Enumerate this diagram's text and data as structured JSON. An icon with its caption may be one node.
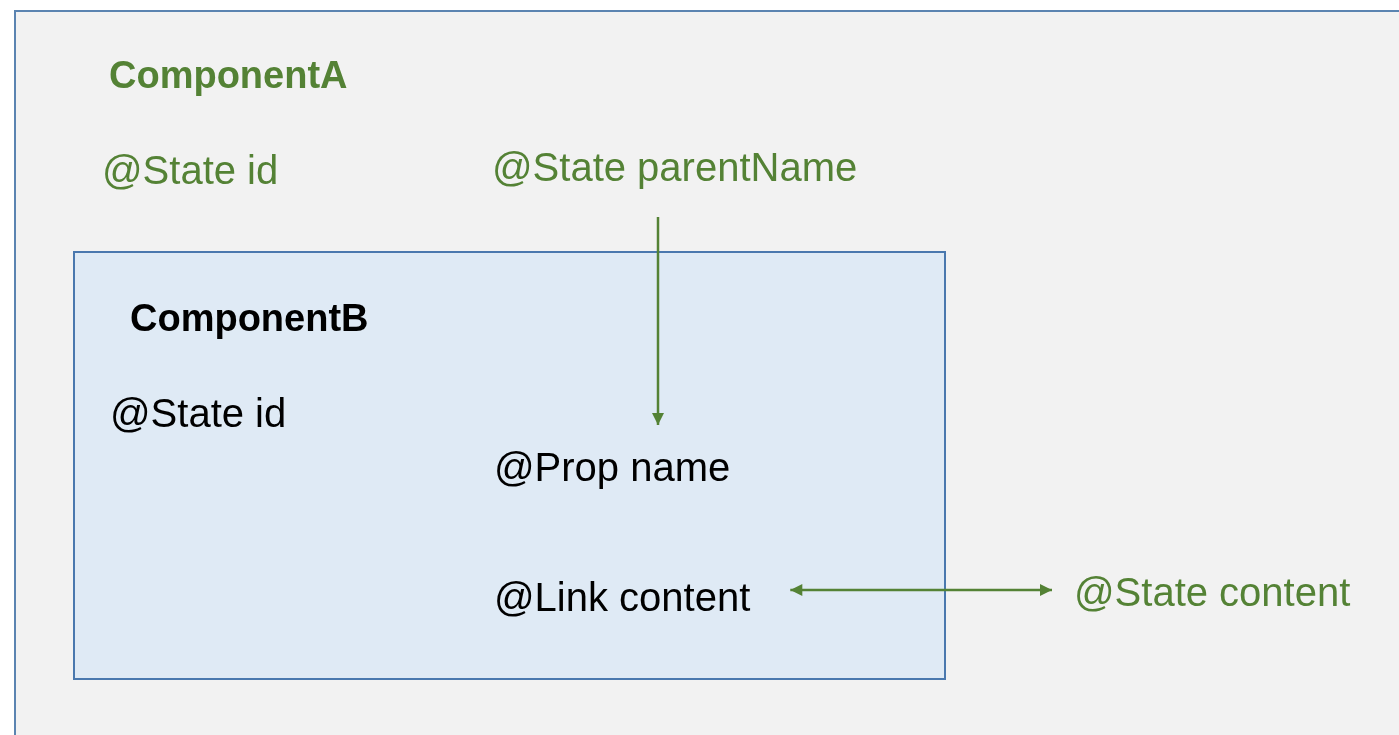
{
  "diagram": {
    "nodes": [
      {
        "text": [
          "ComponentA",
          "@State id"
        ]
      },
      {
        "text": [
          "@State parentName"
        ],
        "in": 0
      },
      {
        "text": [
          "ComponentB",
          "@State id"
        ],
        "in": 0
      },
      {
        "text": [
          "@Prop name"
        ],
        "in": 2
      },
      {
        "text": [
          "@Link content"
        ],
        "in": 2
      },
      {
        "text": [
          "@State content"
        ],
        "in": 0
      }
    ],
    "edges": [
      {
        "from": 1,
        "to": 3,
        "arrow": "to"
      },
      {
        "from": 4,
        "to": 5,
        "arrow": "both"
      }
    ]
  }
}
